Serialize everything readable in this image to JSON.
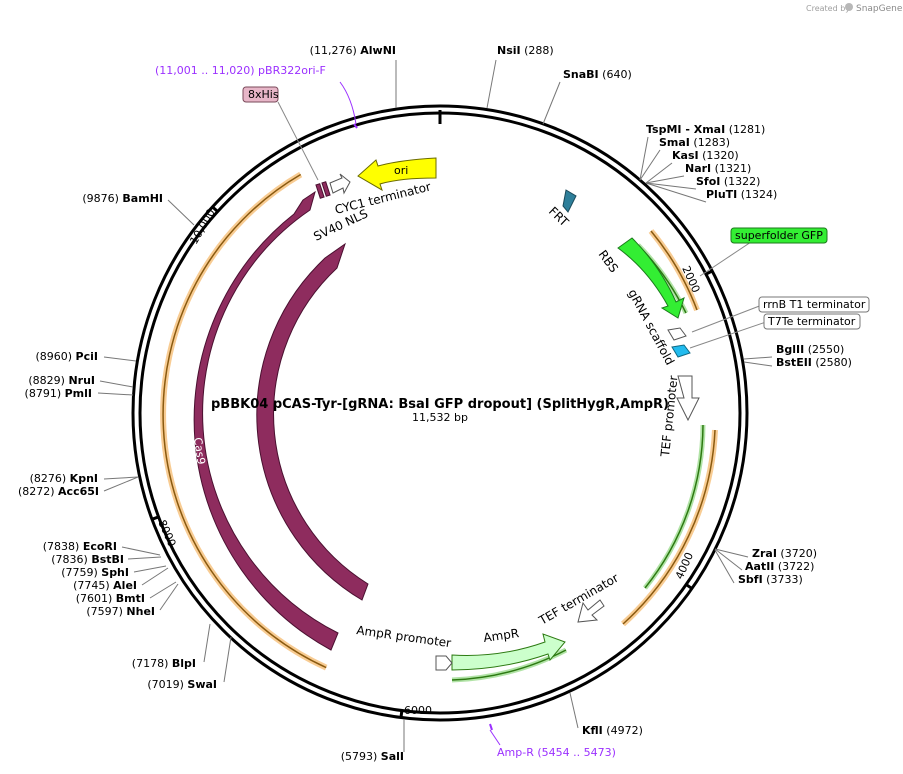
{
  "credit": {
    "prefix": "Created by",
    "brand": "SnapGene"
  },
  "plasmid": {
    "name": "pBBK04 pCAS-Tyr-[gRNA: BsaI GFP dropout] (SplitHygR,AmpR)",
    "length_text": "11,532 bp",
    "length": 11532
  },
  "ticks": [
    {
      "label": "2000",
      "pos": 2000
    },
    {
      "label": "4000",
      "pos": 4000
    },
    {
      "label": "6000",
      "pos": 6000
    },
    {
      "label": "8000",
      "pos": 8000
    },
    {
      "label": "10,000",
      "pos": 10000
    }
  ],
  "sites": [
    {
      "pos": "(11,276)",
      "name": "AlwNI"
    },
    {
      "pos": "(288)",
      "name": "NsiI"
    },
    {
      "pos": "(640)",
      "name": "SnaBI"
    },
    {
      "pos": "(1281)",
      "name": "TspMI",
      "extra": "- XmaI"
    },
    {
      "pos": "(1283)",
      "name": "SmaI"
    },
    {
      "pos": "(1320)",
      "name": "KasI"
    },
    {
      "pos": "(1321)",
      "name": "NarI"
    },
    {
      "pos": "(1322)",
      "name": "SfoI"
    },
    {
      "pos": "(1324)",
      "name": "PluTI"
    },
    {
      "pos": "(2550)",
      "name": "BglII"
    },
    {
      "pos": "(2580)",
      "name": "BstEII"
    },
    {
      "pos": "(3720)",
      "name": "ZraI"
    },
    {
      "pos": "(3722)",
      "name": "AatII"
    },
    {
      "pos": "(3733)",
      "name": "SbfI"
    },
    {
      "pos": "(4972)",
      "name": "KflI"
    },
    {
      "pos": "(5793)",
      "name": "SalI"
    },
    {
      "pos": "(7019)",
      "name": "SwaI"
    },
    {
      "pos": "(7178)",
      "name": "BlpI"
    },
    {
      "pos": "(7597)",
      "name": "NheI"
    },
    {
      "pos": "(7601)",
      "name": "BmtI"
    },
    {
      "pos": "(7745)",
      "name": "AleI"
    },
    {
      "pos": "(7759)",
      "name": "SphI"
    },
    {
      "pos": "(7836)",
      "name": "BstBI"
    },
    {
      "pos": "(7838)",
      "name": "EcoRI"
    },
    {
      "pos": "(8272)",
      "name": "Acc65I"
    },
    {
      "pos": "(8276)",
      "name": "KpnI"
    },
    {
      "pos": "(8791)",
      "name": "PmlI"
    },
    {
      "pos": "(8829)",
      "name": "NruI"
    },
    {
      "pos": "(8960)",
      "name": "PciI"
    },
    {
      "pos": "(9876)",
      "name": "BamHI"
    }
  ],
  "primers": [
    {
      "range": "(11,001 .. 11,020)",
      "name": "pBR322ori-F"
    },
    {
      "range": "(5454 .. 5473)",
      "name": "Amp-R"
    }
  ],
  "features": {
    "ori": "ori",
    "cyc1": "CYC1 terminator",
    "sv40": "SV40 NLS",
    "his": "8xHis",
    "frt": "FRT",
    "rbs": "RBS",
    "grna": "gRNA scaffold",
    "sfgfp": "superfolder GFP",
    "rrnb": "rrnB T1 terminator",
    "t7te": "T7Te terminator",
    "tef_promoter": "TEF promoter",
    "tef_terminator": "TEF terminator",
    "ampr": "AmpR",
    "ampr_promoter": "AmpR promoter",
    "cas9_outer": "Cas9",
    "cas9_inner": "Cas9"
  },
  "colors": {
    "cas9": "#8e2c5e",
    "ori": "#ffff00",
    "sfgfp": "#33ee33",
    "ampr": "#ccffcc",
    "frt": "#2e7f9a",
    "t7te": "#22bbee",
    "orange_arc": "#f2a23a",
    "green_arc": "#3b9a1c",
    "primer": "#9b30ff",
    "his_box": "#e7b6c8"
  }
}
